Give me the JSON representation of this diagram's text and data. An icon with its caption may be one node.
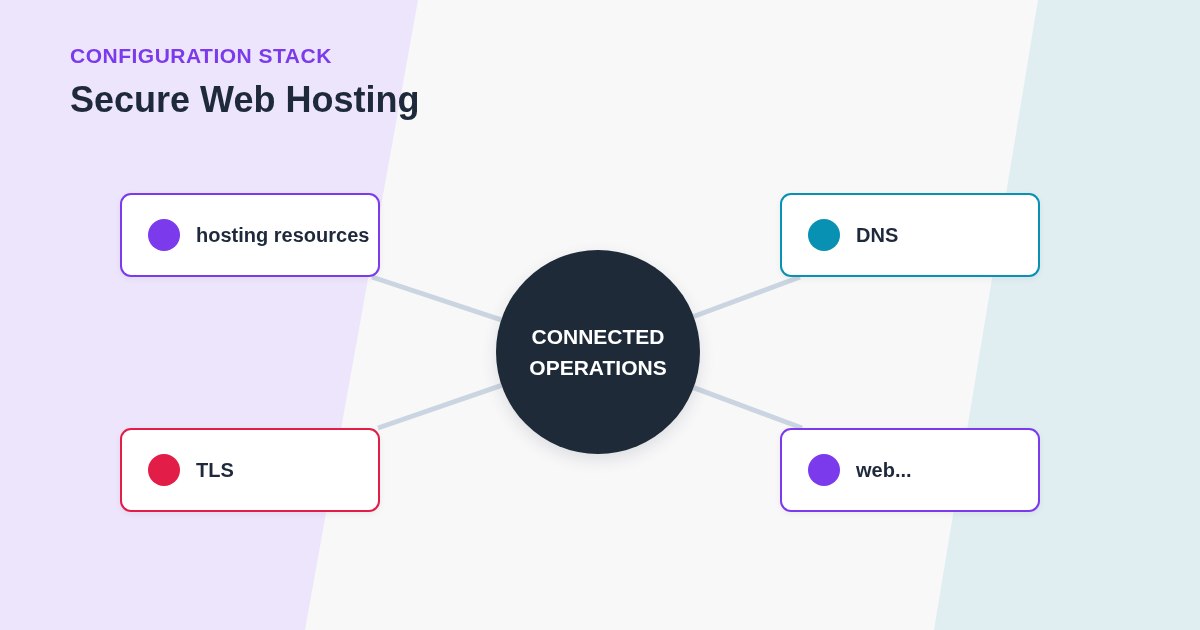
{
  "diagram": {
    "title": "Secure Web Hosting",
    "nodes": [
      {
        "text": [
          "hosting resources"
        ]
      },
      {
        "text": [
          "DNS"
        ]
      },
      {
        "text": [
          "CONNECTED OPERATIONS"
        ]
      },
      {
        "text": [
          "TLS"
        ]
      },
      {
        "text": [
          "web..."
        ]
      }
    ],
    "edges": [
      {
        "from": 0,
        "to": 2,
        "arrow": "none"
      },
      {
        "from": 1,
        "to": 2,
        "arrow": "none"
      },
      {
        "from": 3,
        "to": 2,
        "arrow": "none"
      },
      {
        "from": 4,
        "to": 2,
        "arrow": "none"
      }
    ],
    "labels": [
      "CONFIGURATION STACK"
    ]
  }
}
